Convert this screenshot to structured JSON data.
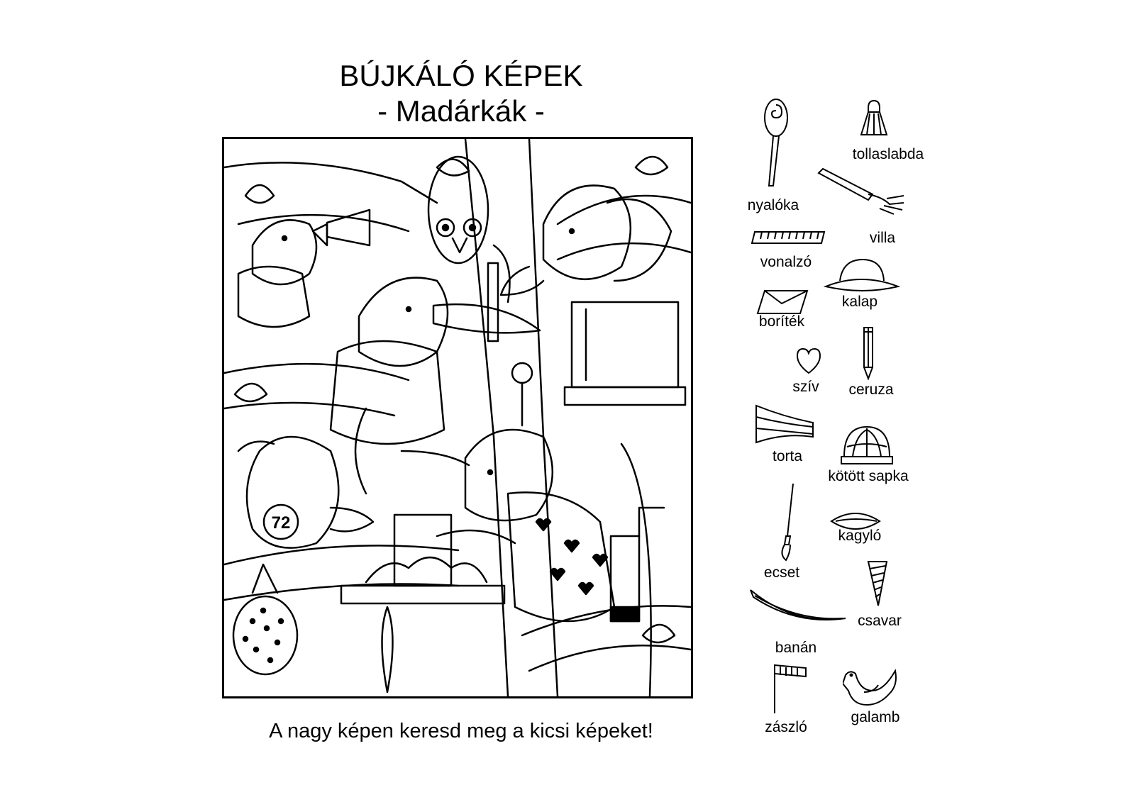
{
  "title": "BÚJKÁLÓ KÉPEK",
  "subtitle": "- Madárkák -",
  "instruction": "A nagy képen keresd meg a kicsi képeket!",
  "scene": {
    "jersey_number": "72"
  },
  "items": [
    {
      "id": "nyaloka",
      "label": "nyalóka",
      "icon": "lollipop-icon"
    },
    {
      "id": "tollaslabda",
      "label": "tollaslabda",
      "icon": "shuttlecock-icon"
    },
    {
      "id": "villa",
      "label": "villa",
      "icon": "fork-icon"
    },
    {
      "id": "vonalzo",
      "label": "vonalzó",
      "icon": "ruler-icon"
    },
    {
      "id": "kalap",
      "label": "kalap",
      "icon": "hat-icon"
    },
    {
      "id": "boritek",
      "label": "boríték",
      "icon": "envelope-icon"
    },
    {
      "id": "sziv",
      "label": "szív",
      "icon": "heart-icon"
    },
    {
      "id": "ceruza",
      "label": "ceruza",
      "icon": "pencil-icon"
    },
    {
      "id": "torta",
      "label": "torta",
      "icon": "cake-slice-icon"
    },
    {
      "id": "kotott-sapka",
      "label": "kötött sapka",
      "icon": "knitted-cap-icon"
    },
    {
      "id": "kagylo",
      "label": "kagyló",
      "icon": "shell-icon"
    },
    {
      "id": "ecset",
      "label": "ecset",
      "icon": "paintbrush-icon"
    },
    {
      "id": "csavar",
      "label": "csavar",
      "icon": "screw-icon"
    },
    {
      "id": "banan",
      "label": "banán",
      "icon": "banana-icon"
    },
    {
      "id": "zaszlo",
      "label": "zászló",
      "icon": "flag-icon"
    },
    {
      "id": "galamb",
      "label": "galamb",
      "icon": "dove-icon"
    }
  ]
}
